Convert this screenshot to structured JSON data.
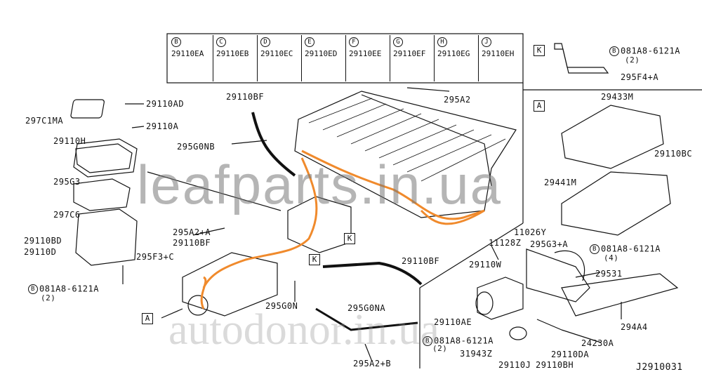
{
  "header_parts": [
    {
      "letter": "B",
      "part": "29110EA"
    },
    {
      "letter": "C",
      "part": "29110EB"
    },
    {
      "letter": "D",
      "part": "29110EC"
    },
    {
      "letter": "E",
      "part": "29110ED"
    },
    {
      "letter": "F",
      "part": "29110EE"
    },
    {
      "letter": "G",
      "part": "29110EF"
    },
    {
      "letter": "H",
      "part": "29110EG"
    },
    {
      "letter": "J",
      "part": "29110EH"
    }
  ],
  "detail_k": {
    "box": "K",
    "bolt": "081A8-6121A",
    "bolt_letter": "B",
    "bolt_qty": "(2)",
    "bracket": "295F4+A"
  },
  "detail_a": {
    "box": "A",
    "cover": "29433M",
    "nut": "29110BC",
    "unit": "29441M"
  },
  "left": {
    "p1": "29110AD",
    "p2": "297C1MA",
    "p3": "29110A",
    "p4": "29110H",
    "p5": "295G3",
    "p6": "297C6",
    "p7": "29110BD",
    "p8": "29110D",
    "p9": "295F3+C",
    "bolt_letter": "B",
    "bolt": "081A8-6121A",
    "bolt_qty": "(2)"
  },
  "center": {
    "bf_top": "29110BF",
    "g0nb": "295G0NB",
    "a2a": "295A2+A",
    "bf_mid": "29110BF",
    "a2": "295A2",
    "g0n": "295G0N",
    "g0na": "295G0NA",
    "bf_low": "29110BF",
    "a2b": "295A2+B",
    "box_a": "A",
    "box_k": "K",
    "box_k2": "K"
  },
  "right": {
    "p11026": "11026Y",
    "p11128": "11128Z",
    "g3a": "295G3+A",
    "bolt_letter": "B",
    "bolt4": "081A8-6121A",
    "bolt4_qty": "(4)",
    "w": "29110W",
    "p29531": "29531",
    "ae": "29110AE",
    "bolt2": "081A8-6121A",
    "bolt2_qty": "(2)",
    "p31943": "31943Z",
    "j": "29110J",
    "bh": "29110BH",
    "da": "29110DA",
    "p24230": "24230A",
    "p294a4": "294A4"
  },
  "diagram_id": "J2910031",
  "watermarks": {
    "top": "leafparts.in.ua",
    "bottom": "autodonor.in.ua"
  },
  "colors": {
    "harness": "#f08a2c",
    "line": "#111111"
  }
}
